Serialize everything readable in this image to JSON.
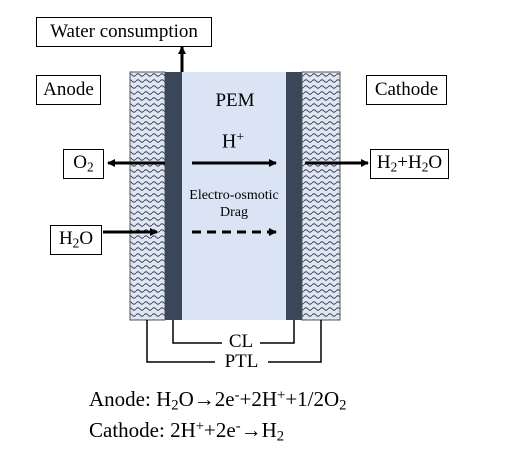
{
  "labels": {
    "water_consumption": "Water consumption",
    "anode": "Anode",
    "cathode": "Cathode",
    "pem": "PEM",
    "proton": "H",
    "proton_sup": "+",
    "eod_line1": "Electro-osmotic",
    "eod_line2": "Drag",
    "cl": "CL",
    "ptl": "PTL"
  },
  "species": {
    "o2": {
      "base": "O",
      "sub": "2"
    },
    "h2o": {
      "base": "H",
      "sub": "2",
      "rest": "O"
    },
    "h2_h2o": {
      "p1": "H",
      "s1": "2",
      "p2": "+H",
      "s2": "2",
      "p3": "O"
    }
  },
  "equations": {
    "anode": {
      "prefix": "Anode: H",
      "s1": "2",
      "p2": "O→2e",
      "sup1": "-",
      "p3": "+2H",
      "sup2": "+",
      "p4": "+1/2O",
      "s2": "2"
    },
    "cathode": {
      "prefix": "Cathode: 2H",
      "sup1": "+",
      "p2": "+2e",
      "sup2": "-",
      "p3": "→H",
      "s1": "2"
    }
  },
  "colors": {
    "membrane": "#dbe4f5",
    "catalyst_layer": "#3b4658",
    "ptl_fill": "#dfe6f2",
    "ptl_pattern": "#2f3a4c"
  }
}
